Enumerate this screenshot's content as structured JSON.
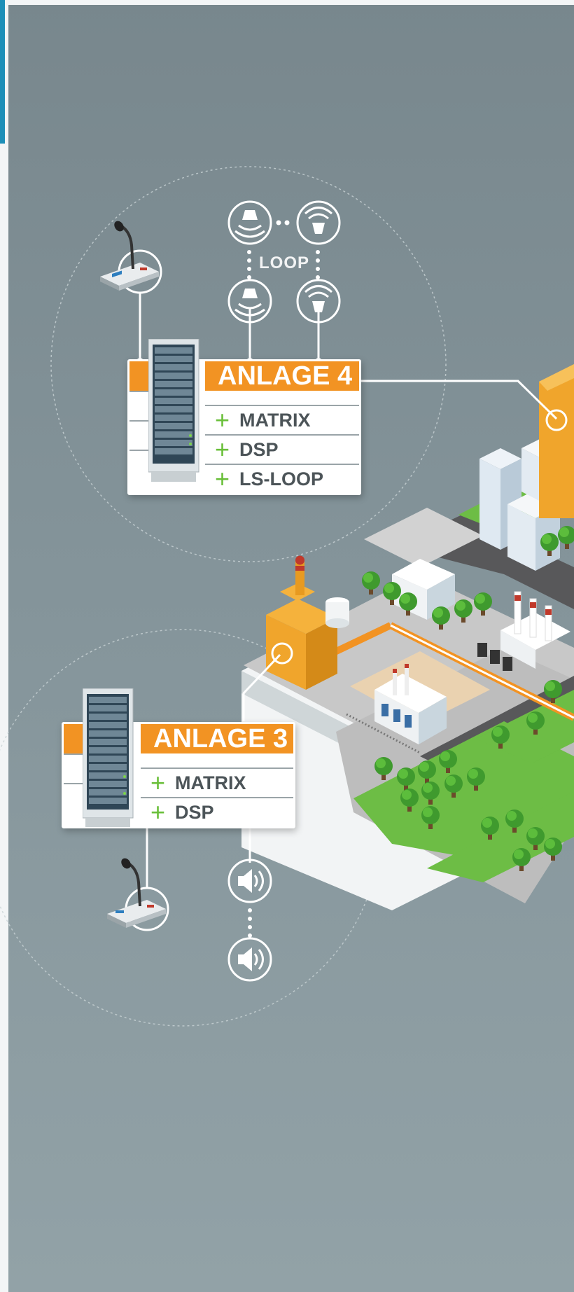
{
  "systems": [
    {
      "name": "ANLAGE 4",
      "features": [
        {
          "icon": "plus-icon",
          "label": "MATRIX"
        },
        {
          "icon": "plus-icon",
          "label": "DSP"
        },
        {
          "icon": "plus-icon",
          "label": "LS-LOOP"
        }
      ]
    },
    {
      "name": "ANLAGE 3",
      "features": [
        {
          "icon": "plus-icon",
          "label": "MATRIX"
        },
        {
          "icon": "plus-icon",
          "label": "DSP"
        }
      ]
    }
  ],
  "loop_label": "LOOP",
  "icons": [
    "microphone-desk-icon",
    "ceiling-speaker-icon",
    "horn-speaker-icon",
    "wall-speaker-icon",
    "server-rack-icon",
    "plus-icon"
  ],
  "colors": {
    "accent": "#f29323",
    "plus": "#6abf3a",
    "rail": "#1d8fb8",
    "background": "#84949a"
  }
}
